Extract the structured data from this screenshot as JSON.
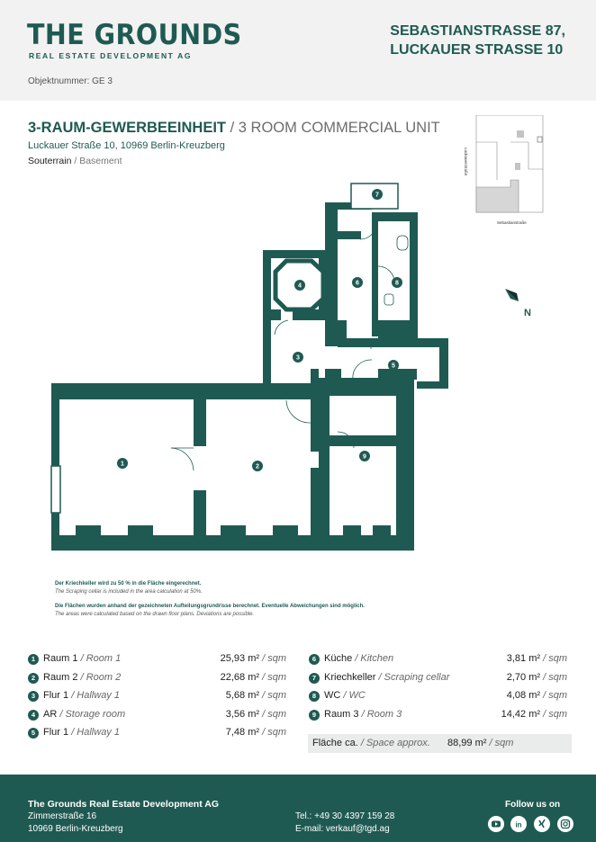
{
  "header": {
    "logo": "THE GROUNDS",
    "logo_sub": "REAL ESTATE DEVELOPMENT AG",
    "object_number": "Objektnummer: GE 3",
    "address_line1": "SEBASTIANSTRASSE 87,",
    "address_line2": "LUCKAUER STRASSE 10"
  },
  "title": {
    "main": "3-RAUM-GEWERBEEINHEIT",
    "separator": " / ",
    "english": "3 ROOM COMMERCIAL UNIT",
    "address": "Luckauer Straße 10, 10969 Berlin-Kreuzberg",
    "floor": "Souterrain",
    "floor_en": "Basement"
  },
  "site_plan": {
    "street_vertical": "Luckauerstraße",
    "street_horizontal": "Sebastianstraße"
  },
  "floor_plan": {
    "color": "#1f5a52",
    "north_label": "N",
    "room_markers": [
      "1",
      "2",
      "3",
      "4",
      "5",
      "6",
      "7",
      "8",
      "9"
    ]
  },
  "notes": {
    "line1_de": "Der Kriechkeller wird zu 50 % in die Fläche eingerechnet.",
    "line1_en": "The Scraping cellar is included in the area calculation at 50%.",
    "line2_de": "Die Flächen wurden anhand der gezeichneten Aufteilungsgrundrisse berechnet. Eventuelle Abweichungen sind möglich.",
    "line2_en": "The areas were calculated based on the drawn floor plans. Deviations are possible."
  },
  "rooms_left": [
    {
      "num": "1",
      "name": "Raum 1",
      "name_en": "/ Room 1",
      "area": "25,93 m²",
      "unit": "/ sqm"
    },
    {
      "num": "2",
      "name": "Raum 2",
      "name_en": "/ Room 2",
      "area": "22,68 m²",
      "unit": "/ sqm"
    },
    {
      "num": "3",
      "name": "Flur 1",
      "name_en": "/ Hallway 1",
      "area": "5,68 m²",
      "unit": "/ sqm"
    },
    {
      "num": "4",
      "name": "AR",
      "name_en": "/ Storage room",
      "area": "3,56 m²",
      "unit": "/ sqm"
    },
    {
      "num": "5",
      "name": "Flur 1",
      "name_en": "/ Hallway 1",
      "area": "7,48 m²",
      "unit": "/ sqm"
    }
  ],
  "rooms_right": [
    {
      "num": "6",
      "name": "Küche",
      "name_en": "/ Kitchen",
      "area": "3,81 m²",
      "unit": "/ sqm"
    },
    {
      "num": "7",
      "name": "Kriechkeller",
      "name_en": "/ Scraping cellar",
      "area": "2,70 m²",
      "unit": "/ sqm"
    },
    {
      "num": "8",
      "name": "WC",
      "name_en": "/ WC",
      "area": "4,08 m²",
      "unit": "/ sqm"
    },
    {
      "num": "9",
      "name": "Raum 3",
      "name_en": "/ Room 3",
      "area": "14,42 m²",
      "unit": "/ sqm"
    }
  ],
  "total": {
    "label": "Fläche ca.",
    "label_en": "/ Space approx.",
    "area": "88,99 m²",
    "unit": "/ sqm"
  },
  "footer": {
    "company": "The Grounds Real Estate Development AG",
    "street": "Zimmerstraße 16",
    "city": "10969 Berlin-Kreuzberg",
    "tel": "Tel.: +49 30 4397 159 28",
    "email": "E-mail: verkauf@tgd.ag",
    "follow": "Follow us on",
    "social_icons": [
      "youtube-icon",
      "linkedin-icon",
      "xing-icon",
      "instagram-icon"
    ]
  }
}
